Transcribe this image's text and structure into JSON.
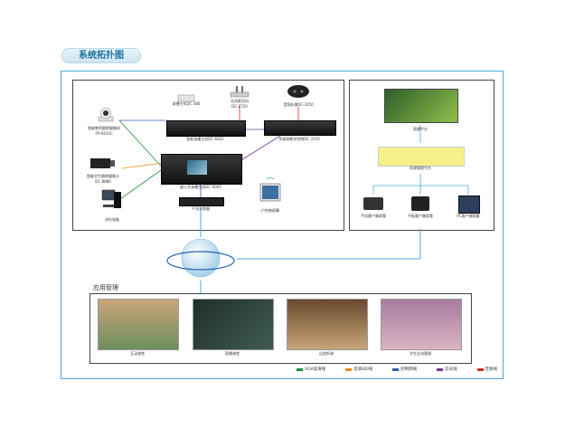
{
  "title": "系统拓扑图",
  "devices": {
    "tracking_camera": "智能教师跟踪摄像机\nFP-9210C",
    "recording_box": "录播主机DC-380",
    "mic_receiver": "无线麦克风\nDC-8720",
    "mixer": "音频处理DC-3150",
    "recorder_host": "智能录播主机DC-6002",
    "matrix": "多媒体教学控制DC-3150",
    "student_camera": "智能学生跟踪摄像头\nDC-8886",
    "pc": "讲台电脑",
    "embedded_host": "嵌入式录播主机DC-5005",
    "switch": "千兆交换器",
    "tablet": "户控制屏幕"
  },
  "right_panel": {
    "live_platform": "直播平台",
    "resource_platform": "资源管理平台",
    "client_mobile": "手机客户端观看",
    "client_tablet": "平板客户端观看",
    "client_pc": "PC客户端观看"
  },
  "apps": {
    "heading": "应用管理",
    "items": [
      "互动课堂",
      "直播课堂",
      "远程听课",
      "学生交流管理"
    ]
  },
  "legend": [
    {
      "label": "VGA高清线",
      "color": "#1e8f3a"
    },
    {
      "label": "高清SDI线",
      "color": "#f08a1c"
    },
    {
      "label": "控制网线",
      "color": "#2a5fb0"
    },
    {
      "label": "信号线",
      "color": "#6f3b96"
    },
    {
      "label": "音频线",
      "color": "#d42a2a"
    }
  ]
}
